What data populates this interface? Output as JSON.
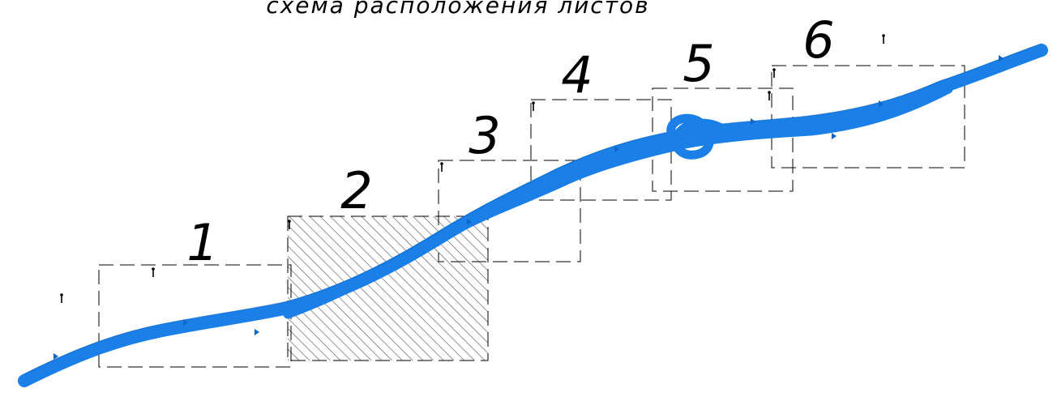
{
  "diagram": {
    "title": "схема расположения листов",
    "sheets": [
      {
        "label": "1"
      },
      {
        "label": "2"
      },
      {
        "label": "3"
      },
      {
        "label": "4"
      },
      {
        "label": "5"
      },
      {
        "label": "6"
      }
    ],
    "colors": {
      "route": "#1a7fe6",
      "route_edge": "#0f66c7",
      "frame": "#000000",
      "hatch": "#5a5a5a"
    },
    "icons": [
      "pin-marker-icon",
      "route-arrow-icon"
    ]
  }
}
